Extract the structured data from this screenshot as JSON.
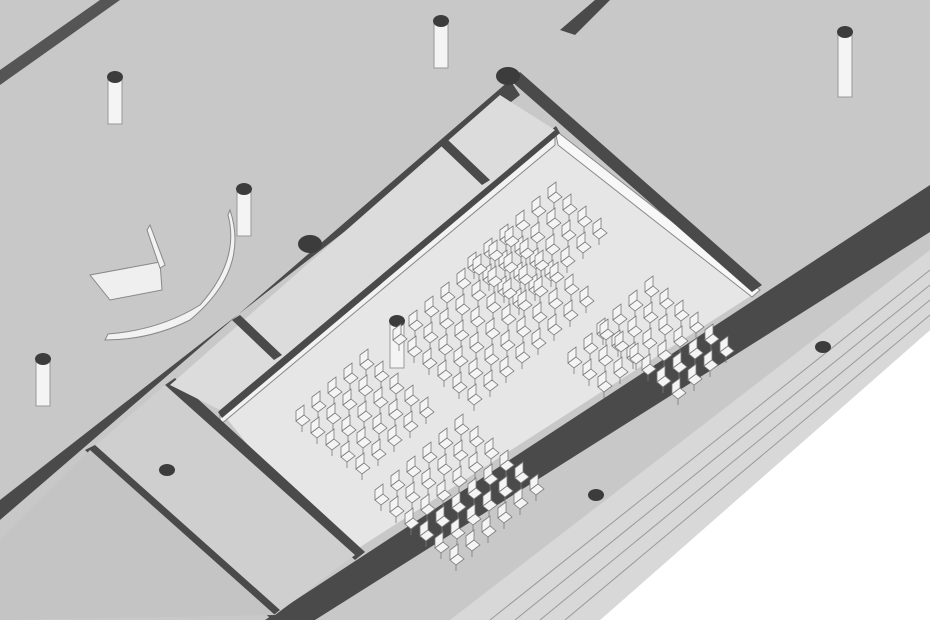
{
  "scene": {
    "kind": "isometric architectural model",
    "colors": {
      "floor": "#c8c8c8",
      "room_floor": "#e6e6e6",
      "wall_cut": "#4a4a4a",
      "wall_face": "#f2f2f2",
      "chair": "#f4f4f4",
      "chair_edge": "#7a7a7a",
      "column_top": "#3c3c3c",
      "plaza": "#ffffff"
    },
    "seating_blocks": [
      {
        "name": "block-back-left",
        "rows": 6,
        "cols": 4
      },
      {
        "name": "block-back-center",
        "rows": 8,
        "cols": 6
      },
      {
        "name": "block-back-right",
        "rows": 4,
        "cols": 6
      },
      {
        "name": "block-front-left",
        "rows": 5,
        "cols": 5
      },
      {
        "name": "block-front-center",
        "rows": 6,
        "cols": 6
      },
      {
        "name": "block-front-right",
        "rows": 3,
        "cols": 3
      }
    ]
  }
}
